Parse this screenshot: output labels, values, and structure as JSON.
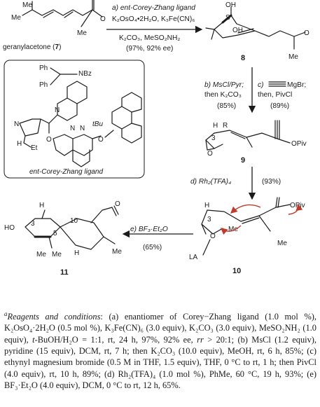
{
  "scheme": {
    "step_a": {
      "line1": "a) ent-Corey-Zhang ligand",
      "line2": "K₂OsO₄•2H₂O, K₃Fe(CN)₆",
      "line3": "K₂CO₃, MeSO₂NH₂",
      "line4": "(97%, 92% ee)"
    },
    "step_b": {
      "line1": "b) MsCl/Pyr;",
      "line2": "then K₂CO₃",
      "line3": "(85%)"
    },
    "step_c": {
      "line1": "c)",
      "reagent": "MgBr;",
      "line2": "then, PivCl",
      "line3": "(89%)"
    },
    "step_d": {
      "label": "d) Rh₂(TFA)₄",
      "yield": "(93%)"
    },
    "step_e": {
      "label": "e) BF₃·Et₂O",
      "yield": "(65%)"
    },
    "compounds": {
      "c7_name": "geranylacetone (",
      "c7_num": "7",
      "c7_close": ")",
      "c8": "8",
      "c9": "9",
      "c10": "10",
      "c11": "11"
    },
    "atoms": {
      "me": "Me",
      "oh": "OH",
      "ho": "HO",
      "o": "O",
      "h": "H",
      "r": "R",
      "s": "S",
      "three": "3",
      "five": "5",
      "ten": "10",
      "opiv": "OPiv",
      "la": "LA",
      "ph": "Ph",
      "nbz": "NBz",
      "n": "N",
      "et": "Et",
      "tbu": "tBu"
    },
    "ligand_label": "ent-Corey-Zhang ligand"
  },
  "caption": {
    "marker": "a",
    "heading": "Reagents and conditions",
    "part1": ": (a) enantiomer of Corey−Zhang ligand (1.0 mol %), K₂OsO₄·2H₂O (0.5 mol %), K₃Fe(CN)₆ (3.0 equiv), K₂CO₃ (3.0 equiv), MeSO₂NH₂ (1.0 equiv), ",
    "solvent": "t",
    "part2": "-BuOH/H₂O = 1:1, rt, 24 h, 97%, 92% ee, ",
    "rr": "rr",
    "part3": " > 20:1; (b) MsCl (1.2 equiv), pyridine (15 equiv), DCM, rt, 7 h; then K₂CO₃ (10.0 equiv), MeOH, rt, 6 h, 85%; (c) ethynyl magnesium bromide (0.5 M in THF, 1.5 equiv), THF, 0 °C to rt, 1 h; then PivCl (4.0 equiv), rt, 10 h, 89%; (d) Rh₂(TFA)₄ (1.0 mol %), PhMe, 60 °C, 19 h, 93%; (e) BF₃·Et₂O (4.0 equiv), DCM, 0 °C to rt, 12 h, 65%."
  }
}
